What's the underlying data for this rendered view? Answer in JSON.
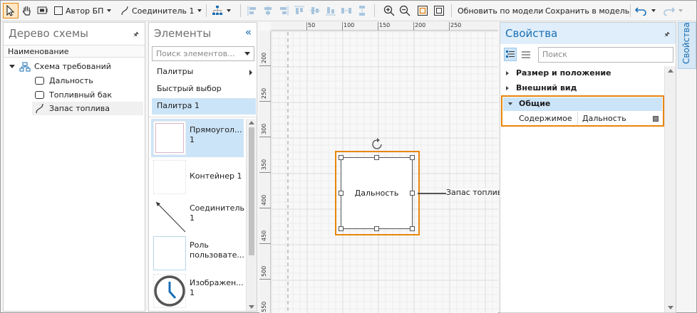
{
  "toolbar": {
    "auto_bp_label": "Автор БП",
    "connector_label": "Соединитель 1",
    "update_label": "Обновить по модели",
    "save_label": "Сохранить в модель"
  },
  "tree_panel": {
    "title": "Дерево схемы",
    "column_header": "Наименование",
    "root_label": "Схема требований",
    "items": [
      {
        "label": "Дальность",
        "icon": "rounded-rect-icon"
      },
      {
        "label": "Топливный бак",
        "icon": "rounded-rect-icon"
      },
      {
        "label": "Запас топлива",
        "icon": "curve-connector-icon"
      }
    ]
  },
  "elements_panel": {
    "title": "Элементы",
    "search_placeholder": "Поиск элементов...",
    "rows": {
      "palettes": "Палитры",
      "quick": "Быстрый выбор",
      "palette1": "Палитра 1"
    },
    "palette_items": [
      {
        "line1": "Прямоугол...",
        "line2": "1"
      },
      {
        "line1": "Контейнер 1",
        "line2": ""
      },
      {
        "line1": "Соединитель",
        "line2": "1"
      },
      {
        "line1": "Роль",
        "line2": "пользовате..."
      },
      {
        "line1": "Изображен...",
        "line2": "1"
      }
    ]
  },
  "canvas": {
    "ruler_top": [
      "50",
      "100",
      "150",
      "200",
      "250"
    ],
    "ruler_left": [
      "200",
      "250",
      "300",
      "350",
      "400",
      "450",
      "500",
      "550"
    ],
    "shape_label": "Дальность",
    "connector_label": "Запас топлив"
  },
  "properties_panel": {
    "title": "Свойства",
    "search_placeholder": "Поиск",
    "sections": [
      "Размер и положение",
      "Внешний вид",
      "Общие"
    ],
    "row_name": "Содержимое",
    "row_value": "Дальность",
    "side_tab": "Свойства"
  },
  "colors": {
    "accent": "#e8860b",
    "selection": "#cce4f7",
    "title_blue": "#1a6fb5",
    "side_tab": "#d6e7f5"
  }
}
